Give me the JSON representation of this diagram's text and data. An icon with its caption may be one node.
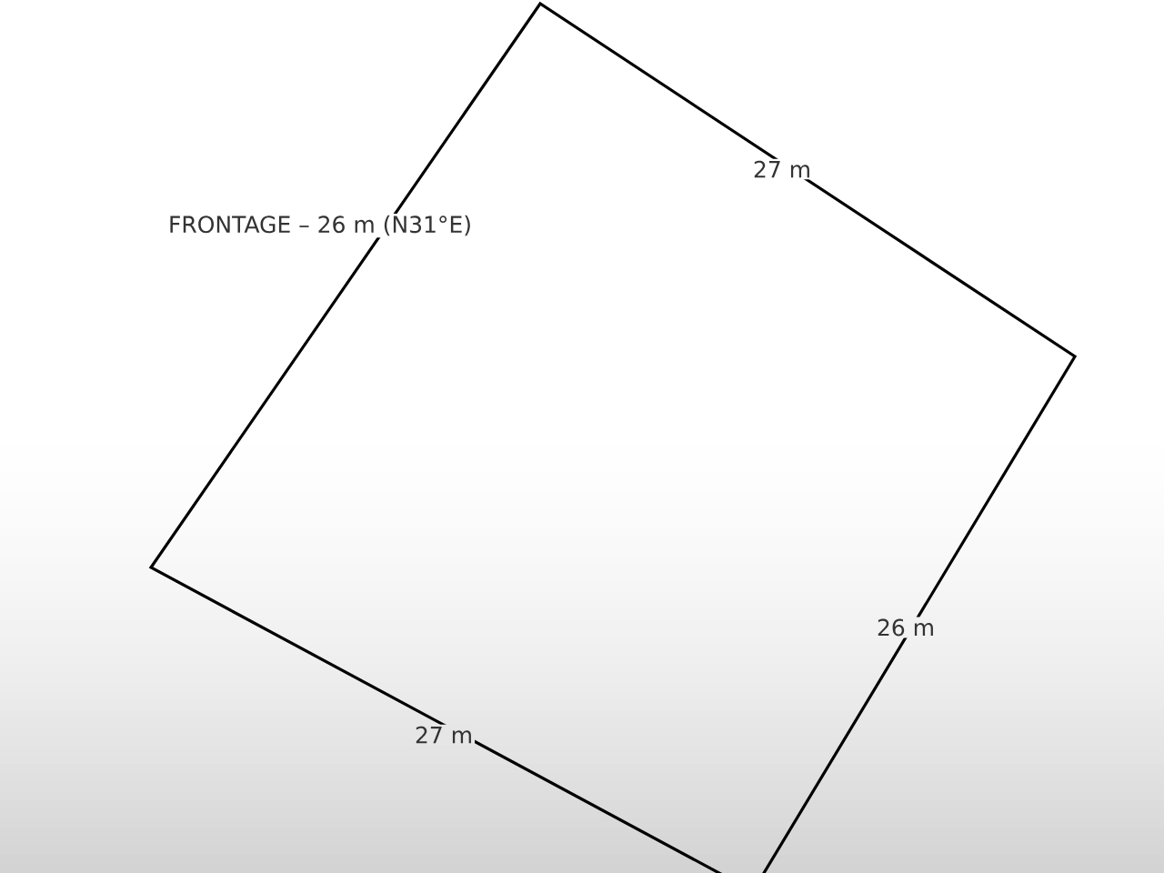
{
  "diagram": {
    "labels": [
      "27 m",
      "FRONTAGE – 26 m (N31°E)",
      "26 m",
      "27 m"
    ]
  }
}
